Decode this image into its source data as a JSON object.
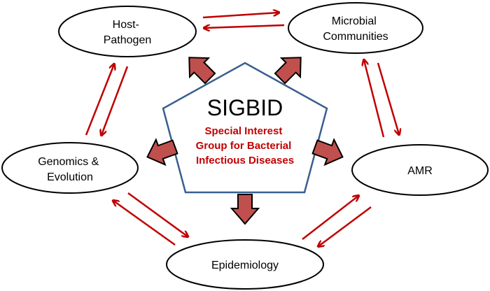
{
  "center": {
    "title": "SIGBID",
    "subtitle_lines": [
      "Special Interest",
      "Group for Bacterial",
      "Infectious Diseases"
    ]
  },
  "nodes": {
    "host_pathogen": {
      "lines": [
        "Host-",
        "Pathogen"
      ]
    },
    "microbial": {
      "lines": [
        "Microbial",
        "Communities"
      ]
    },
    "genomics": {
      "lines": [
        "Genomics &",
        "Evolution"
      ]
    },
    "amr": {
      "lines": [
        "AMR"
      ]
    },
    "epidemiology": {
      "lines": [
        "Epidemiology"
      ]
    }
  },
  "colors": {
    "arrow_red": "#c00000",
    "block_arrow_fill": "#c0504d",
    "pentagon_stroke": "#3a5f8f",
    "subtitle_red": "#c00000"
  }
}
